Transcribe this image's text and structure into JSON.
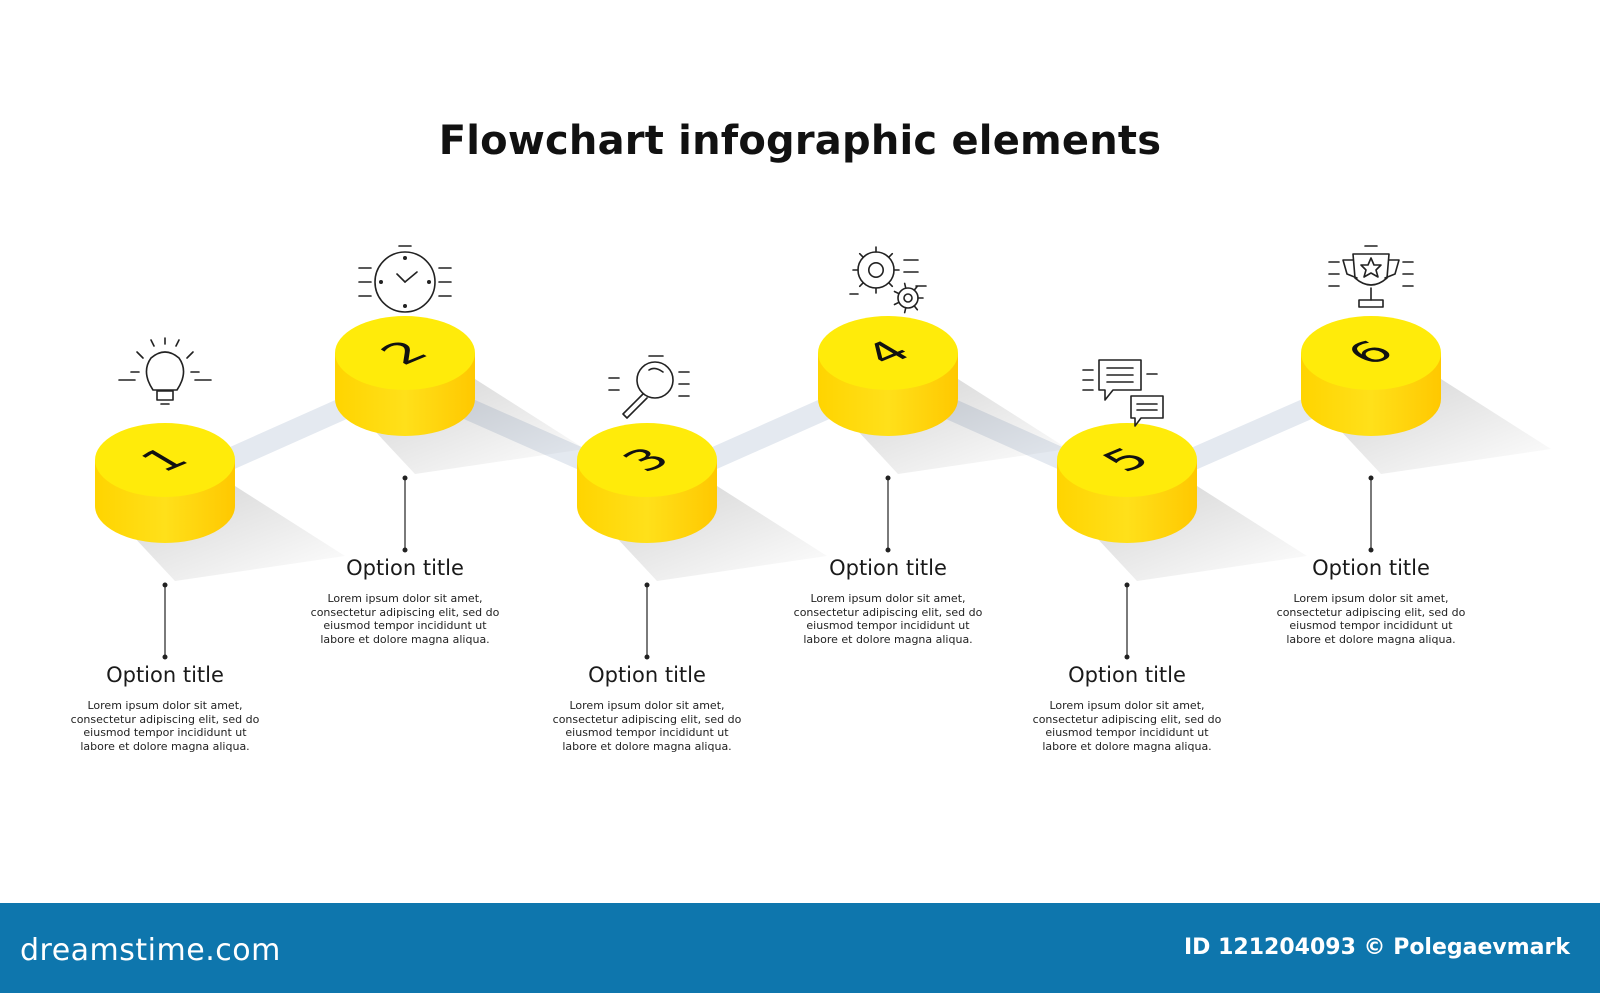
{
  "title": "Flowchart infographic elements",
  "colors": {
    "cylinder_top": "#ffeb0a",
    "cylinder_side": "#ffd600",
    "connector": "#e4e9f0",
    "footer": "#0e76ad"
  },
  "steps": [
    {
      "number": "1",
      "icon": "lightbulb-icon",
      "title": "Option title",
      "description": [
        "Lorem ipsum dolor sit amet,",
        "consectetur adipiscing elit, sed do",
        "eiusmod tempor incididunt ut",
        "labore et dolore magna aliqua."
      ]
    },
    {
      "number": "2",
      "icon": "clock-icon",
      "title": "Option title",
      "description": [
        "Lorem ipsum dolor sit amet,",
        "consectetur adipiscing elit, sed do",
        "eiusmod tempor incididunt ut",
        "labore et dolore magna aliqua."
      ]
    },
    {
      "number": "3",
      "icon": "magnifier-icon",
      "title": "Option title",
      "description": [
        "Lorem ipsum dolor sit amet,",
        "consectetur adipiscing elit, sed do",
        "eiusmod tempor incididunt ut",
        "labore et dolore magna aliqua."
      ]
    },
    {
      "number": "4",
      "icon": "gears-icon",
      "title": "Option title",
      "description": [
        "Lorem ipsum dolor sit amet,",
        "consectetur adipiscing elit, sed do",
        "eiusmod tempor incididunt ut",
        "labore et dolore magna aliqua."
      ]
    },
    {
      "number": "5",
      "icon": "chat-icon",
      "title": "Option title",
      "description": [
        "Lorem ipsum dolor sit amet,",
        "consectetur adipiscing elit, sed do",
        "eiusmod tempor incididunt ut",
        "labore et dolore magna aliqua."
      ]
    },
    {
      "number": "6",
      "icon": "trophy-icon",
      "title": "Option title",
      "description": [
        "Lorem ipsum dolor sit amet,",
        "consectetur adipiscing elit, sed do",
        "eiusmod tempor incididunt ut",
        "labore et dolore magna aliqua."
      ]
    }
  ],
  "footer": {
    "brand": "dreamstime.com",
    "credit": "ID 121204093 © Polegaevmark"
  }
}
